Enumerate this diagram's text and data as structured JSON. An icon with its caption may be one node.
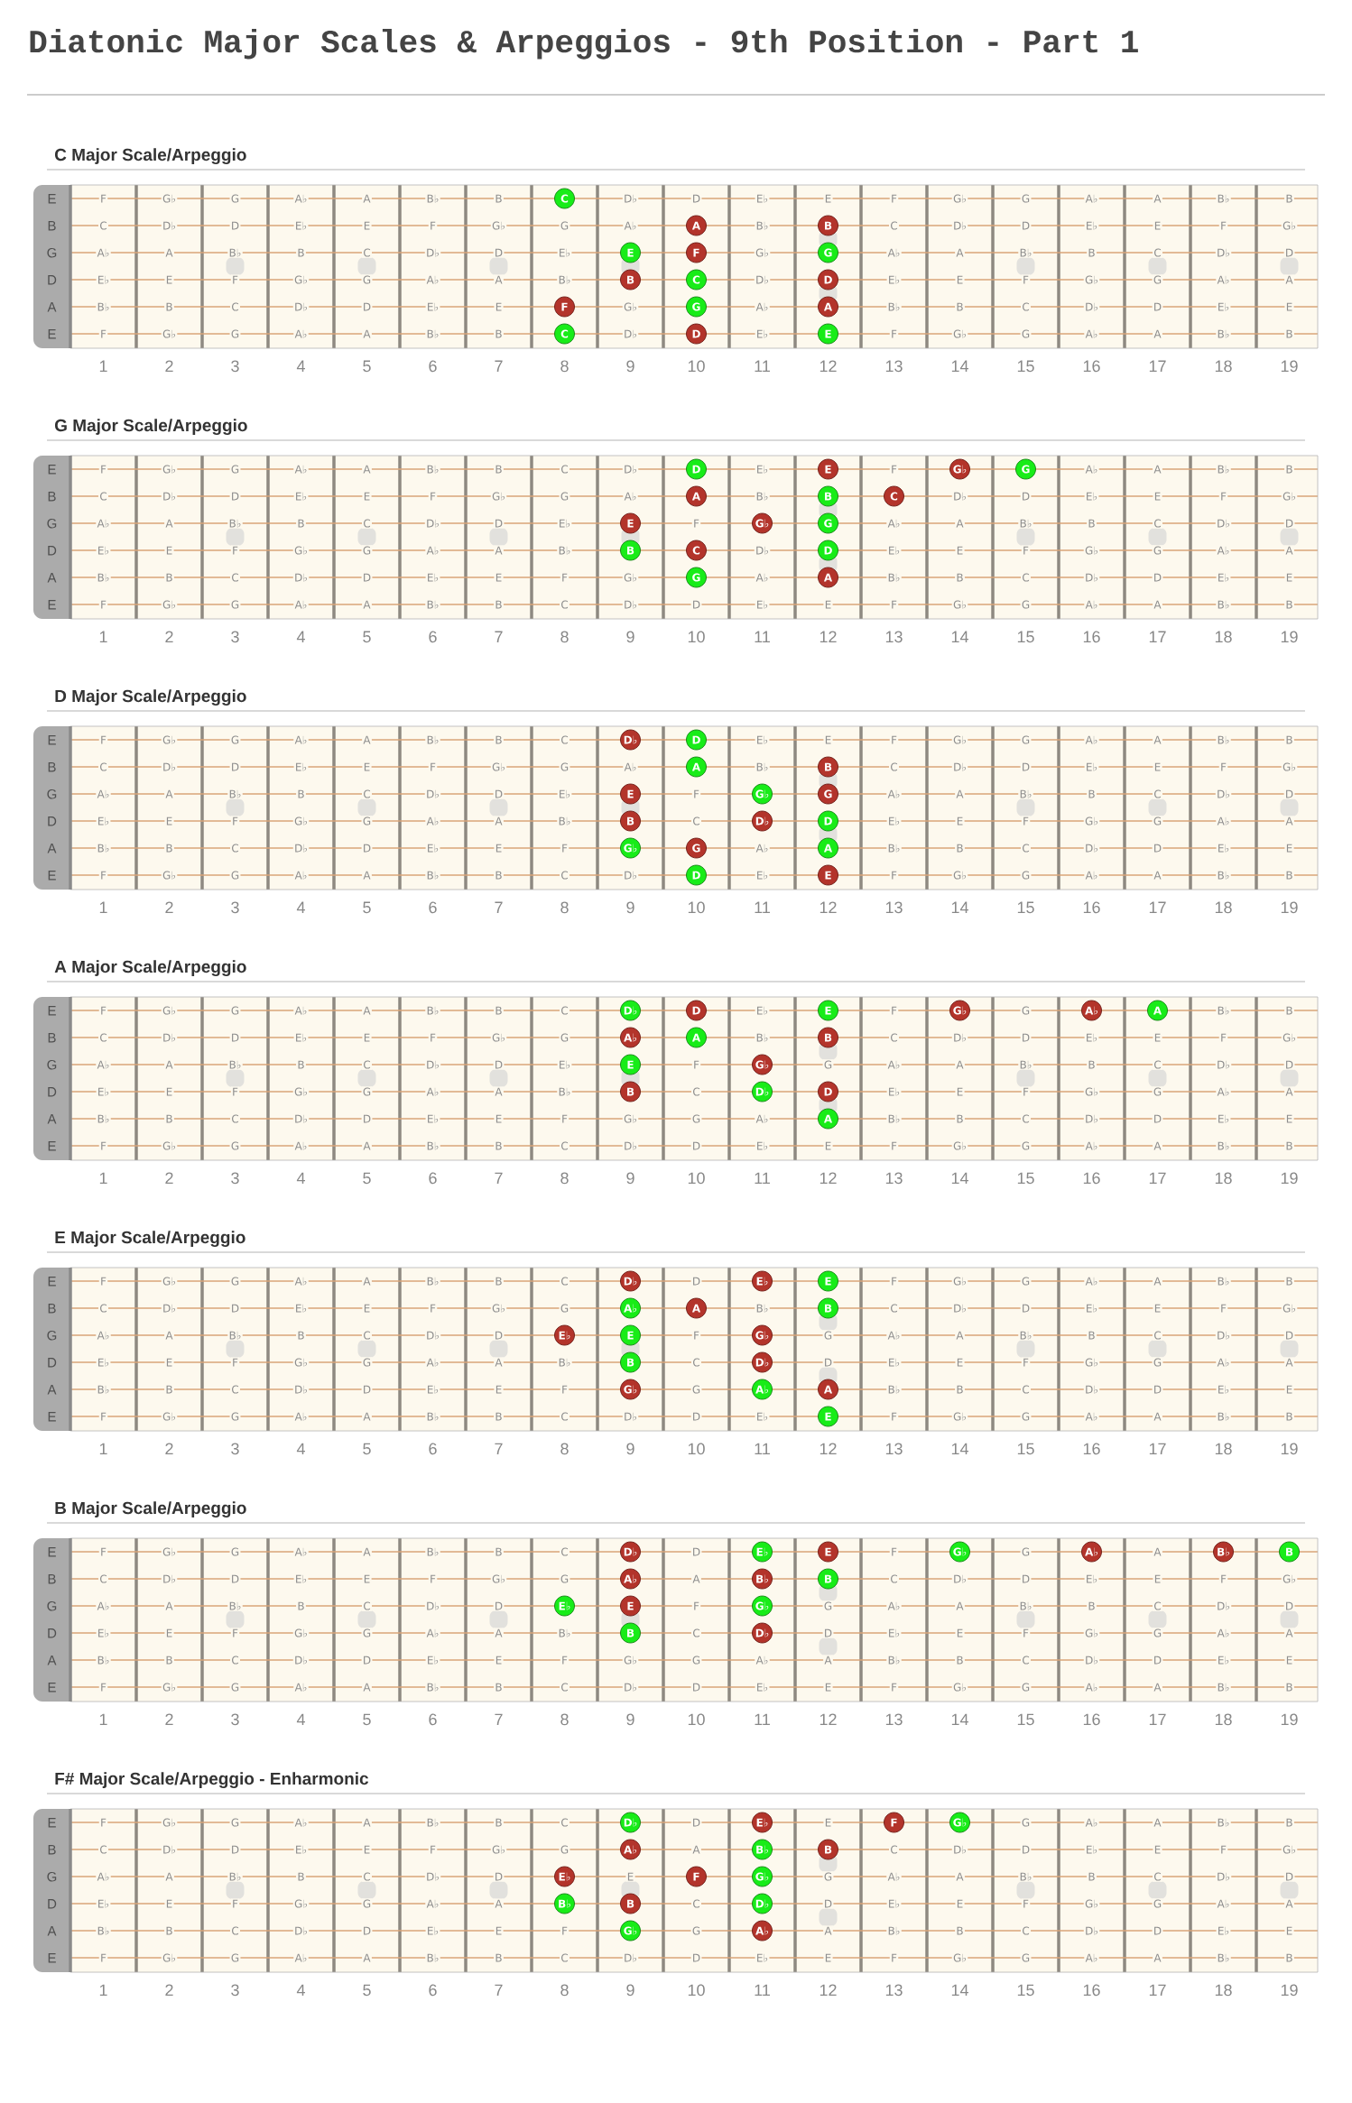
{
  "diagram": {
    "title": "Diatonic Major Scales & Arpeggios - 9th Position - Part 1",
    "nodes": [
      {
        "text": [
          "C"
        ]
      },
      {
        "text": [
          "A"
        ]
      },
      {
        "text": [
          "B"
        ]
      },
      {
        "text": [
          "E"
        ]
      },
      {
        "text": [
          "F"
        ]
      },
      {
        "text": [
          "G"
        ]
      },
      {
        "text": [
          "B"
        ]
      },
      {
        "text": [
          "C"
        ]
      },
      {
        "text": [
          "D"
        ]
      },
      {
        "text": [
          "F"
        ]
      },
      {
        "text": [
          "G"
        ]
      },
      {
        "text": [
          "A"
        ]
      },
      {
        "text": [
          "C"
        ]
      },
      {
        "text": [
          "D"
        ]
      },
      {
        "text": [
          "E"
        ]
      },
      {
        "text": [
          "D"
        ]
      },
      {
        "text": [
          "E"
        ]
      },
      {
        "text": [
          "G♭"
        ]
      },
      {
        "text": [
          "G"
        ]
      },
      {
        "text": [
          "A"
        ]
      },
      {
        "text": [
          "B"
        ]
      },
      {
        "text": [
          "C"
        ]
      },
      {
        "text": [
          "E"
        ]
      },
      {
        "text": [
          "G♭"
        ]
      },
      {
        "text": [
          "G"
        ]
      },
      {
        "text": [
          "B"
        ]
      },
      {
        "text": [
          "C"
        ]
      },
      {
        "text": [
          "D"
        ]
      },
      {
        "text": [
          "G"
        ]
      },
      {
        "text": [
          "A"
        ]
      },
      {
        "text": [
          "D♭"
        ]
      },
      {
        "text": [
          "D"
        ]
      },
      {
        "text": [
          "A"
        ]
      },
      {
        "text": [
          "B"
        ]
      },
      {
        "text": [
          "E"
        ]
      },
      {
        "text": [
          "G♭"
        ]
      },
      {
        "text": [
          "G"
        ]
      },
      {
        "text": [
          "B"
        ]
      },
      {
        "text": [
          "D♭"
        ]
      },
      {
        "text": [
          "D"
        ]
      },
      {
        "text": [
          "G♭"
        ]
      },
      {
        "text": [
          "G"
        ]
      },
      {
        "text": [
          "A"
        ]
      },
      {
        "text": [
          "D"
        ]
      },
      {
        "text": [
          "E"
        ]
      },
      {
        "text": [
          "D♭"
        ]
      },
      {
        "text": [
          "D"
        ]
      },
      {
        "text": [
          "E"
        ]
      },
      {
        "text": [
          "G♭"
        ]
      },
      {
        "text": [
          "A♭"
        ]
      },
      {
        "text": [
          "A"
        ]
      },
      {
        "text": [
          "A♭"
        ]
      },
      {
        "text": [
          "A"
        ]
      },
      {
        "text": [
          "B"
        ]
      },
      {
        "text": [
          "E"
        ]
      },
      {
        "text": [
          "G♭"
        ]
      },
      {
        "text": [
          "B"
        ]
      },
      {
        "text": [
          "D♭"
        ]
      },
      {
        "text": [
          "D"
        ]
      },
      {
        "text": [
          "A"
        ]
      },
      {
        "text": [
          "D♭"
        ]
      },
      {
        "text": [
          "E♭"
        ]
      },
      {
        "text": [
          "E"
        ]
      },
      {
        "text": [
          "A♭"
        ]
      },
      {
        "text": [
          "A"
        ]
      },
      {
        "text": [
          "B"
        ]
      },
      {
        "text": [
          "E♭"
        ]
      },
      {
        "text": [
          "E"
        ]
      },
      {
        "text": [
          "G♭"
        ]
      },
      {
        "text": [
          "B"
        ]
      },
      {
        "text": [
          "D♭"
        ]
      },
      {
        "text": [
          "G♭"
        ]
      },
      {
        "text": [
          "A♭"
        ]
      },
      {
        "text": [
          "A"
        ]
      },
      {
        "text": [
          "E"
        ]
      },
      {
        "text": [
          "D♭"
        ]
      },
      {
        "text": [
          "E♭"
        ]
      },
      {
        "text": [
          "E"
        ]
      },
      {
        "text": [
          "G♭"
        ]
      },
      {
        "text": [
          "A♭"
        ]
      },
      {
        "text": [
          "B♭"
        ]
      },
      {
        "text": [
          "B"
        ]
      },
      {
        "text": [
          "A♭"
        ]
      },
      {
        "text": [
          "B♭"
        ]
      },
      {
        "text": [
          "B"
        ]
      },
      {
        "text": [
          "E♭"
        ]
      },
      {
        "text": [
          "E"
        ]
      },
      {
        "text": [
          "G♭"
        ]
      },
      {
        "text": [
          "B"
        ]
      },
      {
        "text": [
          "D♭"
        ]
      },
      {
        "text": [
          "D♭"
        ]
      },
      {
        "text": [
          "E♭"
        ]
      },
      {
        "text": [
          "F"
        ]
      },
      {
        "text": [
          "G♭"
        ]
      },
      {
        "text": [
          "A♭"
        ]
      },
      {
        "text": [
          "B♭"
        ]
      },
      {
        "text": [
          "B"
        ]
      },
      {
        "text": [
          "E♭"
        ]
      },
      {
        "text": [
          "F"
        ]
      },
      {
        "text": [
          "G♭"
        ]
      },
      {
        "text": [
          "B♭"
        ]
      },
      {
        "text": [
          "B"
        ]
      },
      {
        "text": [
          "D♭"
        ]
      },
      {
        "text": [
          "G♭"
        ]
      },
      {
        "text": [
          "A♭"
        ]
      }
    ],
    "labels": [
      "C Major Scale/Arpeggio",
      "E",
      "F",
      "G♭",
      "G",
      "A♭",
      "A",
      "B♭",
      "B",
      "D♭",
      "D",
      "E♭",
      "E",
      "F",
      "G♭",
      "G",
      "A♭",
      "A",
      "B♭",
      "B",
      "B",
      "C",
      "D♭",
      "D",
      "E♭",
      "E",
      "F",
      "G♭",
      "G",
      "A♭",
      "B♭",
      "C",
      "D♭",
      "D",
      "E♭",
      "E",
      "F",
      "G♭",
      "G",
      "A♭",
      "A",
      "B♭",
      "B",
      "C",
      "D♭",
      "D",
      "E♭",
      "G♭",
      "A♭",
      "A",
      "B♭",
      "B",
      "C",
      "D♭",
      "D",
      "D",
      "E♭",
      "E",
      "F",
      "G♭",
      "G",
      "A♭",
      "A",
      "B♭",
      "D♭",
      "E♭",
      "E",
      "F",
      "G♭",
      "G",
      "A♭",
      "A",
      "A",
      "B♭",
      "B",
      "C",
      "D♭",
      "D",
      "E♭",
      "E",
      "G♭",
      "A♭",
      "B♭",
      "B",
      "C",
      "D♭",
      "D",
      "E♭",
      "E",
      "E",
      "F",
      "G♭",
      "G",
      "A♭",
      "A",
      "B♭",
      "B",
      "D♭",
      "E♭",
      "F",
      "G♭",
      "G",
      "A♭",
      "A",
      "B♭",
      "B",
      "1",
      "2",
      "3",
      "4",
      "5",
      "6",
      "7",
      "8",
      "9",
      "10",
      "11",
      "12",
      "13",
      "14",
      "15",
      "16",
      "17",
      "18",
      "19",
      "G Major Scale/Arpeggio",
      "E",
      "F",
      "G♭",
      "G",
      "A♭",
      "A",
      "B♭",
      "B",
      "C",
      "D♭",
      "E♭",
      "F",
      "A♭",
      "A",
      "B♭",
      "B",
      "B",
      "C",
      "D♭",
      "D",
      "E♭",
      "E",
      "F",
      "G♭",
      "G",
      "A♭",
      "B♭",
      "D♭",
      "D",
      "E♭",
      "E",
      "F",
      "G♭",
      "G",
      "A♭",
      "A",
      "B♭",
      "B",
      "C",
      "D♭",
      "D",
      "E♭",
      "F",
      "A♭",
      "A",
      "B♭",
      "B",
      "C",
      "D♭",
      "D",
      "D",
      "E♭",
      "E",
      "F",
      "G♭",
      "G",
      "A♭",
      "A",
      "B♭",
      "D♭",
      "E♭",
      "E",
      "F",
      "G♭",
      "G",
      "A♭",
      "A",
      "A",
      "B♭",
      "B",
      "C",
      "D♭",
      "D",
      "E♭",
      "E",
      "F",
      "G♭",
      "A♭",
      "B♭",
      "B",
      "C",
      "D♭",
      "D",
      "E♭",
      "E",
      "E",
      "F",
      "G♭",
      "G",
      "A♭",
      "A",
      "B♭",
      "B",
      "C",
      "D♭",
      "D",
      "E♭",
      "E",
      "F",
      "G♭",
      "G",
      "A♭",
      "A",
      "B♭",
      "B",
      "1",
      "2",
      "3",
      "4",
      "5",
      "6",
      "7",
      "8",
      "9",
      "10",
      "11",
      "12",
      "13",
      "14",
      "15",
      "16",
      "17",
      "18",
      "19",
      "D Major Scale/Arpeggio",
      "E",
      "F",
      "G♭",
      "G",
      "A♭",
      "A",
      "B♭",
      "B",
      "C",
      "E♭",
      "E",
      "F",
      "G♭",
      "G",
      "A♭",
      "A",
      "B♭",
      "B",
      "B",
      "C",
      "D♭",
      "D",
      "E♭",
      "E",
      "F",
      "G♭",
      "G",
      "A♭",
      "B♭",
      "C",
      "D♭",
      "D",
      "E♭",
      "E",
      "F",
      "G♭",
      "G",
      "A♭",
      "A",
      "B♭",
      "B",
      "C",
      "D♭",
      "D",
      "E♭",
      "F",
      "A♭",
      "A",
      "B♭",
      "B",
      "C",
      "D♭",
      "D",
      "D",
      "E♭",
      "E",
      "F",
      "G♭",
      "G",
      "A♭",
      "A",
      "B♭",
      "C",
      "E♭",
      "E",
      "F",
      "G♭",
      "G",
      "A♭",
      "A",
      "A",
      "B♭",
      "B",
      "C",
      "D♭",
      "D",
      "E♭",
      "E",
      "F",
      "A♭",
      "B♭",
      "B",
      "C",
      "D♭",
      "D",
      "E♭",
      "E",
      "E",
      "F",
      "G♭",
      "G",
      "A♭",
      "A",
      "B♭",
      "B",
      "C",
      "D♭",
      "E♭",
      "F",
      "G♭",
      "G",
      "A♭",
      "A",
      "B♭",
      "B",
      "1",
      "2",
      "3",
      "4",
      "5",
      "6",
      "7",
      "8",
      "9",
      "10",
      "11",
      "12",
      "13",
      "14",
      "15",
      "16",
      "17",
      "18",
      "19",
      "A Major Scale/Arpeggio",
      "E",
      "F",
      "G♭",
      "G",
      "A♭",
      "A",
      "B♭",
      "B",
      "C",
      "E♭",
      "F",
      "G",
      "B♭",
      "B",
      "B",
      "C",
      "D♭",
      "D",
      "E♭",
      "E",
      "F",
      "G♭",
      "G",
      "B♭",
      "C",
      "D♭",
      "D",
      "E♭",
      "E",
      "F",
      "G♭",
      "G",
      "A♭",
      "A",
      "B♭",
      "B",
      "C",
      "D♭",
      "D",
      "E♭",
      "F",
      "G",
      "A♭",
      "A",
      "B♭",
      "B",
      "C",
      "D♭",
      "D",
      "D",
      "E♭",
      "E",
      "F",
      "G♭",
      "G",
      "A♭",
      "A",
      "B♭",
      "C",
      "E♭",
      "E",
      "F",
      "G♭",
      "G",
      "A♭",
      "A",
      "A",
      "B♭",
      "B",
      "C",
      "D♭",
      "D",
      "E♭",
      "E",
      "F",
      "G♭",
      "G",
      "A♭",
      "B♭",
      "B",
      "C",
      "D♭",
      "D",
      "E♭",
      "E",
      "E",
      "F",
      "G♭",
      "G",
      "A♭",
      "A",
      "B♭",
      "B",
      "C",
      "D♭",
      "D",
      "E♭",
      "E",
      "F",
      "G♭",
      "G",
      "A♭",
      "A",
      "B♭",
      "B",
      "1",
      "2",
      "3",
      "4",
      "5",
      "6",
      "7",
      "8",
      "9",
      "10",
      "11",
      "12",
      "13",
      "14",
      "15",
      "16",
      "17",
      "18",
      "19",
      "E Major Scale/Arpeggio",
      "E",
      "F",
      "G♭",
      "G",
      "A♭",
      "A",
      "B♭",
      "B",
      "C",
      "D",
      "F",
      "G♭",
      "G",
      "A♭",
      "A",
      "B♭",
      "B",
      "B",
      "C",
      "D♭",
      "D",
      "E♭",
      "E",
      "F",
      "G♭",
      "G",
      "B♭",
      "C",
      "D♭",
      "D",
      "E♭",
      "E",
      "F",
      "G♭",
      "G",
      "A♭",
      "A",
      "B♭",
      "B",
      "C",
      "D♭",
      "D",
      "F",
      "G",
      "A♭",
      "A",
      "B♭",
      "B",
      "C",
      "D♭",
      "D",
      "D",
      "E♭",
      "E",
      "F",
      "G♭",
      "G",
      "A♭",
      "A",
      "B♭",
      "C",
      "D",
      "E♭",
      "E",
      "F",
      "G♭",
      "G",
      "A♭",
      "A",
      "A",
      "B♭",
      "B",
      "C",
      "D♭",
      "D",
      "E♭",
      "E",
      "F",
      "G",
      "B♭",
      "B",
      "C",
      "D♭",
      "D",
      "E♭",
      "E",
      "E",
      "F",
      "G♭",
      "G",
      "A♭",
      "A",
      "B♭",
      "B",
      "C",
      "D♭",
      "D",
      "E♭",
      "F",
      "G♭",
      "G",
      "A♭",
      "A",
      "B♭",
      "B",
      "1",
      "2",
      "3",
      "4",
      "5",
      "6",
      "7",
      "8",
      "9",
      "10",
      "11",
      "12",
      "13",
      "14",
      "15",
      "16",
      "17",
      "18",
      "19",
      "B Major Scale/Arpeggio",
      "E",
      "F",
      "G♭",
      "G",
      "A♭",
      "A",
      "B♭",
      "B",
      "C",
      "D",
      "F",
      "G",
      "A",
      "B",
      "C",
      "D♭",
      "D",
      "E♭",
      "E",
      "F",
      "G♭",
      "G",
      "A",
      "C",
      "D♭",
      "D",
      "E♭",
      "E",
      "F",
      "G♭",
      "G",
      "A♭",
      "A",
      "B♭",
      "B",
      "C",
      "D♭",
      "D",
      "F",
      "G",
      "A♭",
      "A",
      "B♭",
      "B",
      "C",
      "D♭",
      "D",
      "D",
      "E♭",
      "E",
      "F",
      "G♭",
      "G",
      "A♭",
      "A",
      "B♭",
      "C",
      "D",
      "E♭",
      "E",
      "F",
      "G♭",
      "G",
      "A♭",
      "A",
      "A",
      "B♭",
      "B",
      "C",
      "D♭",
      "D",
      "E♭",
      "E",
      "F",
      "G♭",
      "G",
      "A♭",
      "A",
      "B♭",
      "B",
      "C",
      "D♭",
      "D",
      "E♭",
      "E",
      "E",
      "F",
      "G♭",
      "G",
      "A♭",
      "A",
      "B♭",
      "B",
      "C",
      "D♭",
      "D",
      "E♭",
      "E",
      "F",
      "G♭",
      "G",
      "A♭",
      "A",
      "B♭",
      "B",
      "1",
      "2",
      "3",
      "4",
      "5",
      "6",
      "7",
      "8",
      "9",
      "10",
      "11",
      "12",
      "13",
      "14",
      "15",
      "16",
      "17",
      "18",
      "19",
      "F# Major Scale/Arpeggio - Enharmonic",
      "E",
      "F",
      "G♭",
      "G",
      "A♭",
      "A",
      "B♭",
      "B",
      "C",
      "D",
      "E",
      "G",
      "A♭",
      "A",
      "B♭",
      "B",
      "B",
      "C",
      "D♭",
      "D",
      "E♭",
      "E",
      "F",
      "G♭",
      "G",
      "A",
      "C",
      "D♭",
      "D",
      "E♭",
      "E",
      "F",
      "G♭",
      "G",
      "A♭",
      "A",
      "B♭",
      "B",
      "C",
      "D♭",
      "D",
      "E",
      "G",
      "A♭",
      "A",
      "B♭",
      "B",
      "C",
      "D♭",
      "D",
      "D",
      "E♭",
      "E",
      "F",
      "G♭",
      "G",
      "A♭",
      "A",
      "C",
      "D",
      "E♭",
      "E",
      "F",
      "G♭",
      "G",
      "A♭",
      "A",
      "A",
      "B♭",
      "B",
      "C",
      "D♭",
      "D",
      "E♭",
      "E",
      "F",
      "G",
      "A",
      "B♭",
      "B",
      "C",
      "D♭",
      "D",
      "E♭",
      "E",
      "E",
      "F",
      "G♭",
      "G",
      "A♭",
      "A",
      "B♭",
      "B",
      "C",
      "D♭",
      "D",
      "E♭",
      "E",
      "F",
      "G♭",
      "G",
      "A♭",
      "A",
      "B♭",
      "B",
      "1",
      "2",
      "3",
      "4",
      "5",
      "6",
      "7",
      "8",
      "9",
      "10",
      "11",
      "12",
      "13",
      "14",
      "15",
      "16",
      "17",
      "18",
      "19"
    ]
  }
}
